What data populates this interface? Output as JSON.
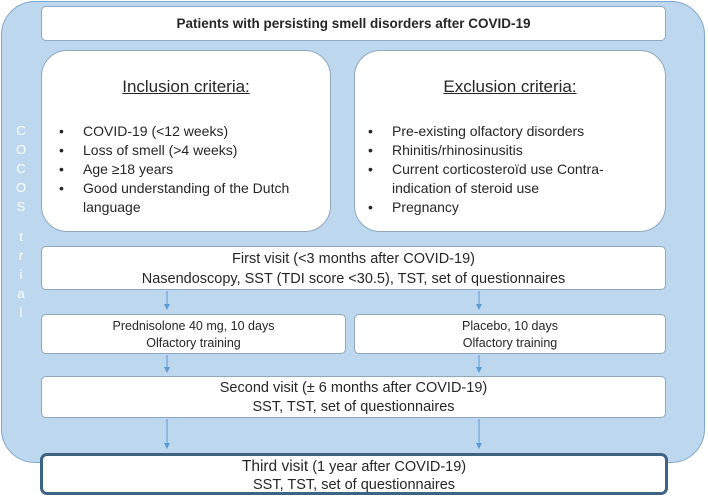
{
  "title": "Patients with persisting smell disorders after COVID-19",
  "side_label": [
    "C",
    "O",
    "C",
    "O",
    "S",
    "t",
    "r",
    "i",
    "a",
    "l"
  ],
  "inclusion": {
    "title": "Inclusion criteria:",
    "items": [
      "COVID-19 (<12 weeks)",
      "Loss of smell (>4 weeks)",
      "Age ≥18 years",
      "Good understanding of the Dutch language"
    ]
  },
  "exclusion": {
    "title": "Exclusion criteria:",
    "items": [
      "Pre-existing olfactory disorders",
      "Rhinitis/rhinosinusitis",
      "Current corticosteroïd use Contra-indication of steroid use",
      "Pregnancy"
    ]
  },
  "bullet": "•",
  "first_visit": {
    "line1": "First visit  (<3 months  after COVID-19)",
    "line2": "Nasendoscopy, SST (TDI score <30.5), TST, set of questionnaires"
  },
  "arm_prednisolone": {
    "line1": "Prednisolone 40 mg, 10 days",
    "line2": "Olfactory training"
  },
  "arm_placebo": {
    "line1": "Placebo, 10 days",
    "line2": "Olfactory training"
  },
  "second_visit": {
    "line1": "Second visit (± 6 months after COVID-19)",
    "line2": "SST, TST, set of questionnaires"
  },
  "third_visit": {
    "line1_main": "Third visit",
    "line1_rest": " (1 year after COVID-19)",
    "line2": "SST, TST, set of questionnaires"
  },
  "colors": {
    "panel_fill": "#bdd7ee",
    "arrow": "#5b9bd5",
    "third_border": "#3f6384"
  }
}
